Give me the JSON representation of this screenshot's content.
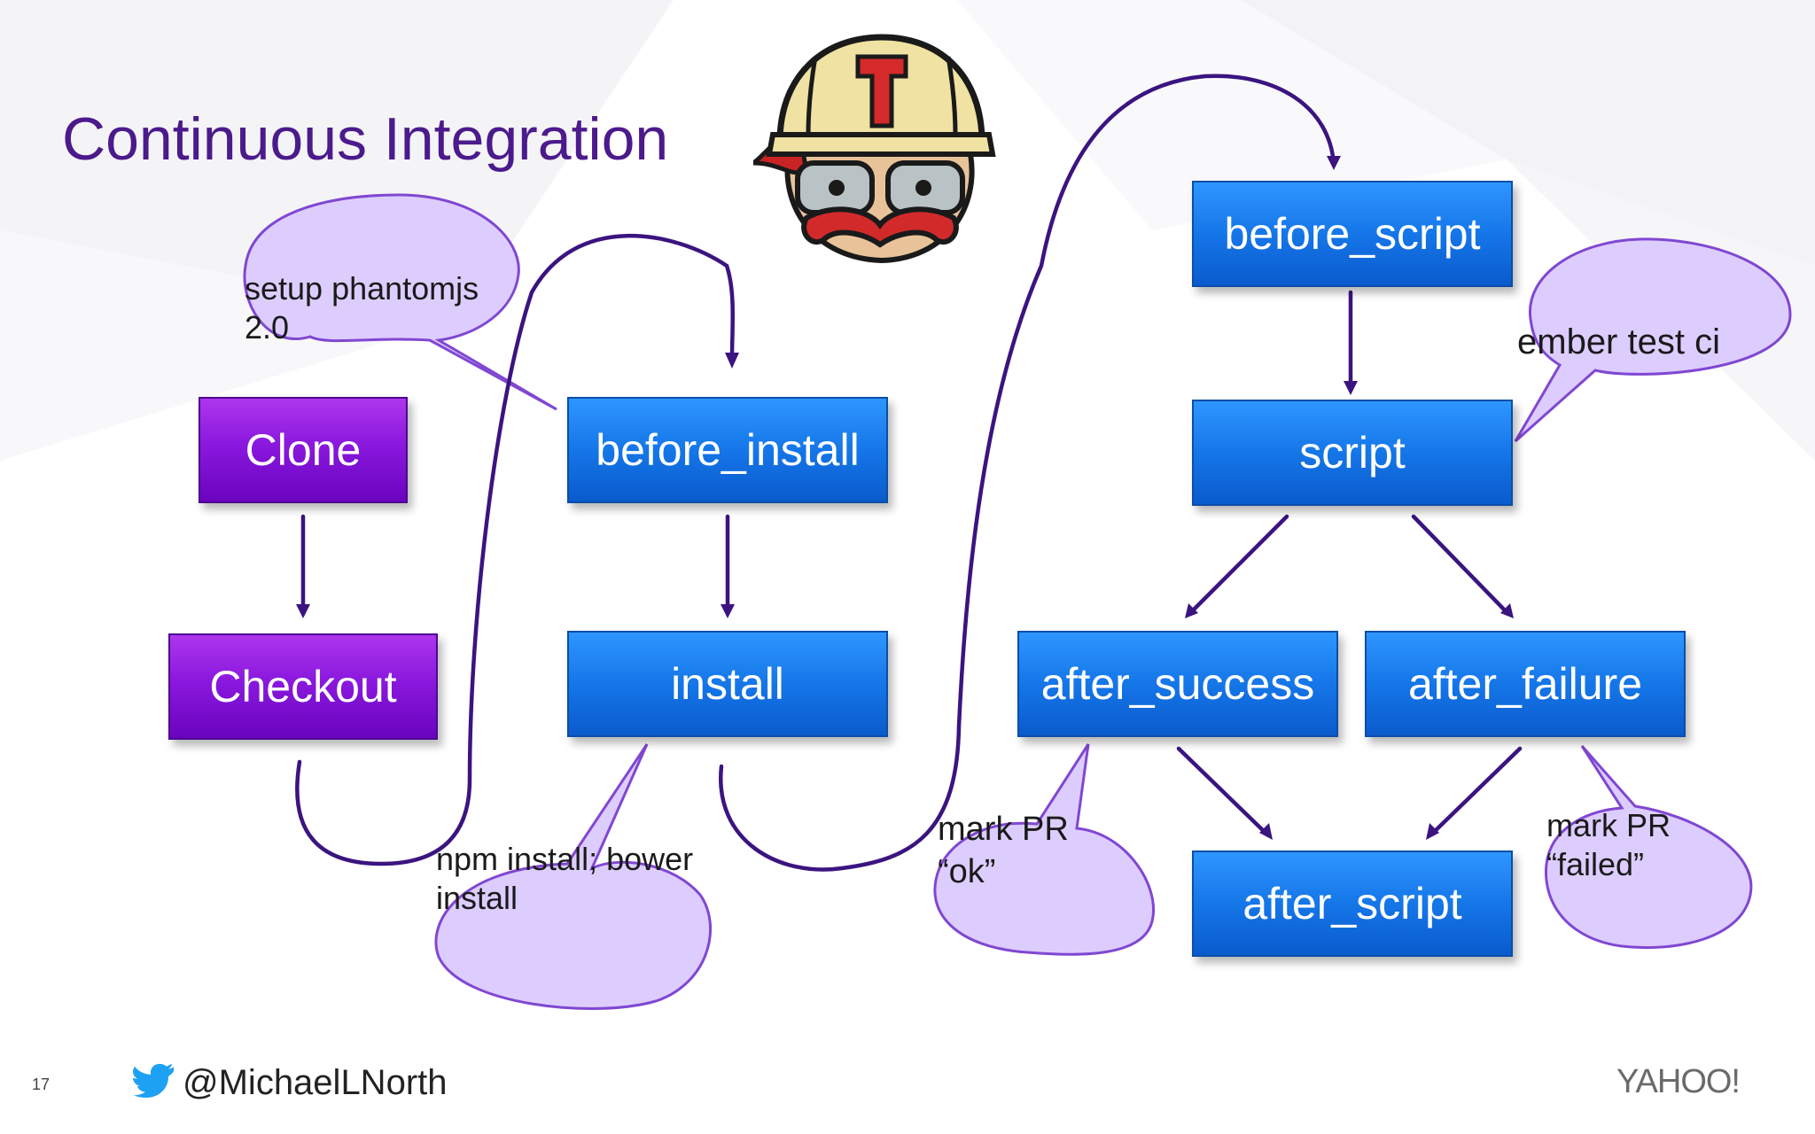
{
  "slide": {
    "title": "Continuous Integration",
    "page_number": "17",
    "handle": "@MichaelLNorth",
    "logo": "YAHOO!"
  },
  "colors": {
    "title": "#4b1a8c",
    "purple_box": "#8a18dd",
    "blue_box": "#1576e8",
    "connector": "#3b1480",
    "bubble_fill": "#dccbff",
    "bubble_stroke": "#7a3ed0",
    "twitter": "#1da1f2"
  },
  "boxes": {
    "clone": "Clone",
    "checkout": "Checkout",
    "before_install": "before_install",
    "install": "install",
    "before_script": "before_script",
    "script": "script",
    "after_success": "after_success",
    "after_failure": "after_failure",
    "after_script": "after_script"
  },
  "notes": {
    "phantom": [
      "setup phantomjs",
      "2.0"
    ],
    "npm": [
      "npm install; bower",
      "install"
    ],
    "ember": [
      "ember test ci"
    ],
    "ok": [
      "mark PR",
      "“ok”"
    ],
    "failed": [
      "mark PR",
      "“failed”"
    ]
  },
  "icons": {
    "mascot": "travis-ci-mascot-icon",
    "twitter": "twitter-bird-icon"
  }
}
